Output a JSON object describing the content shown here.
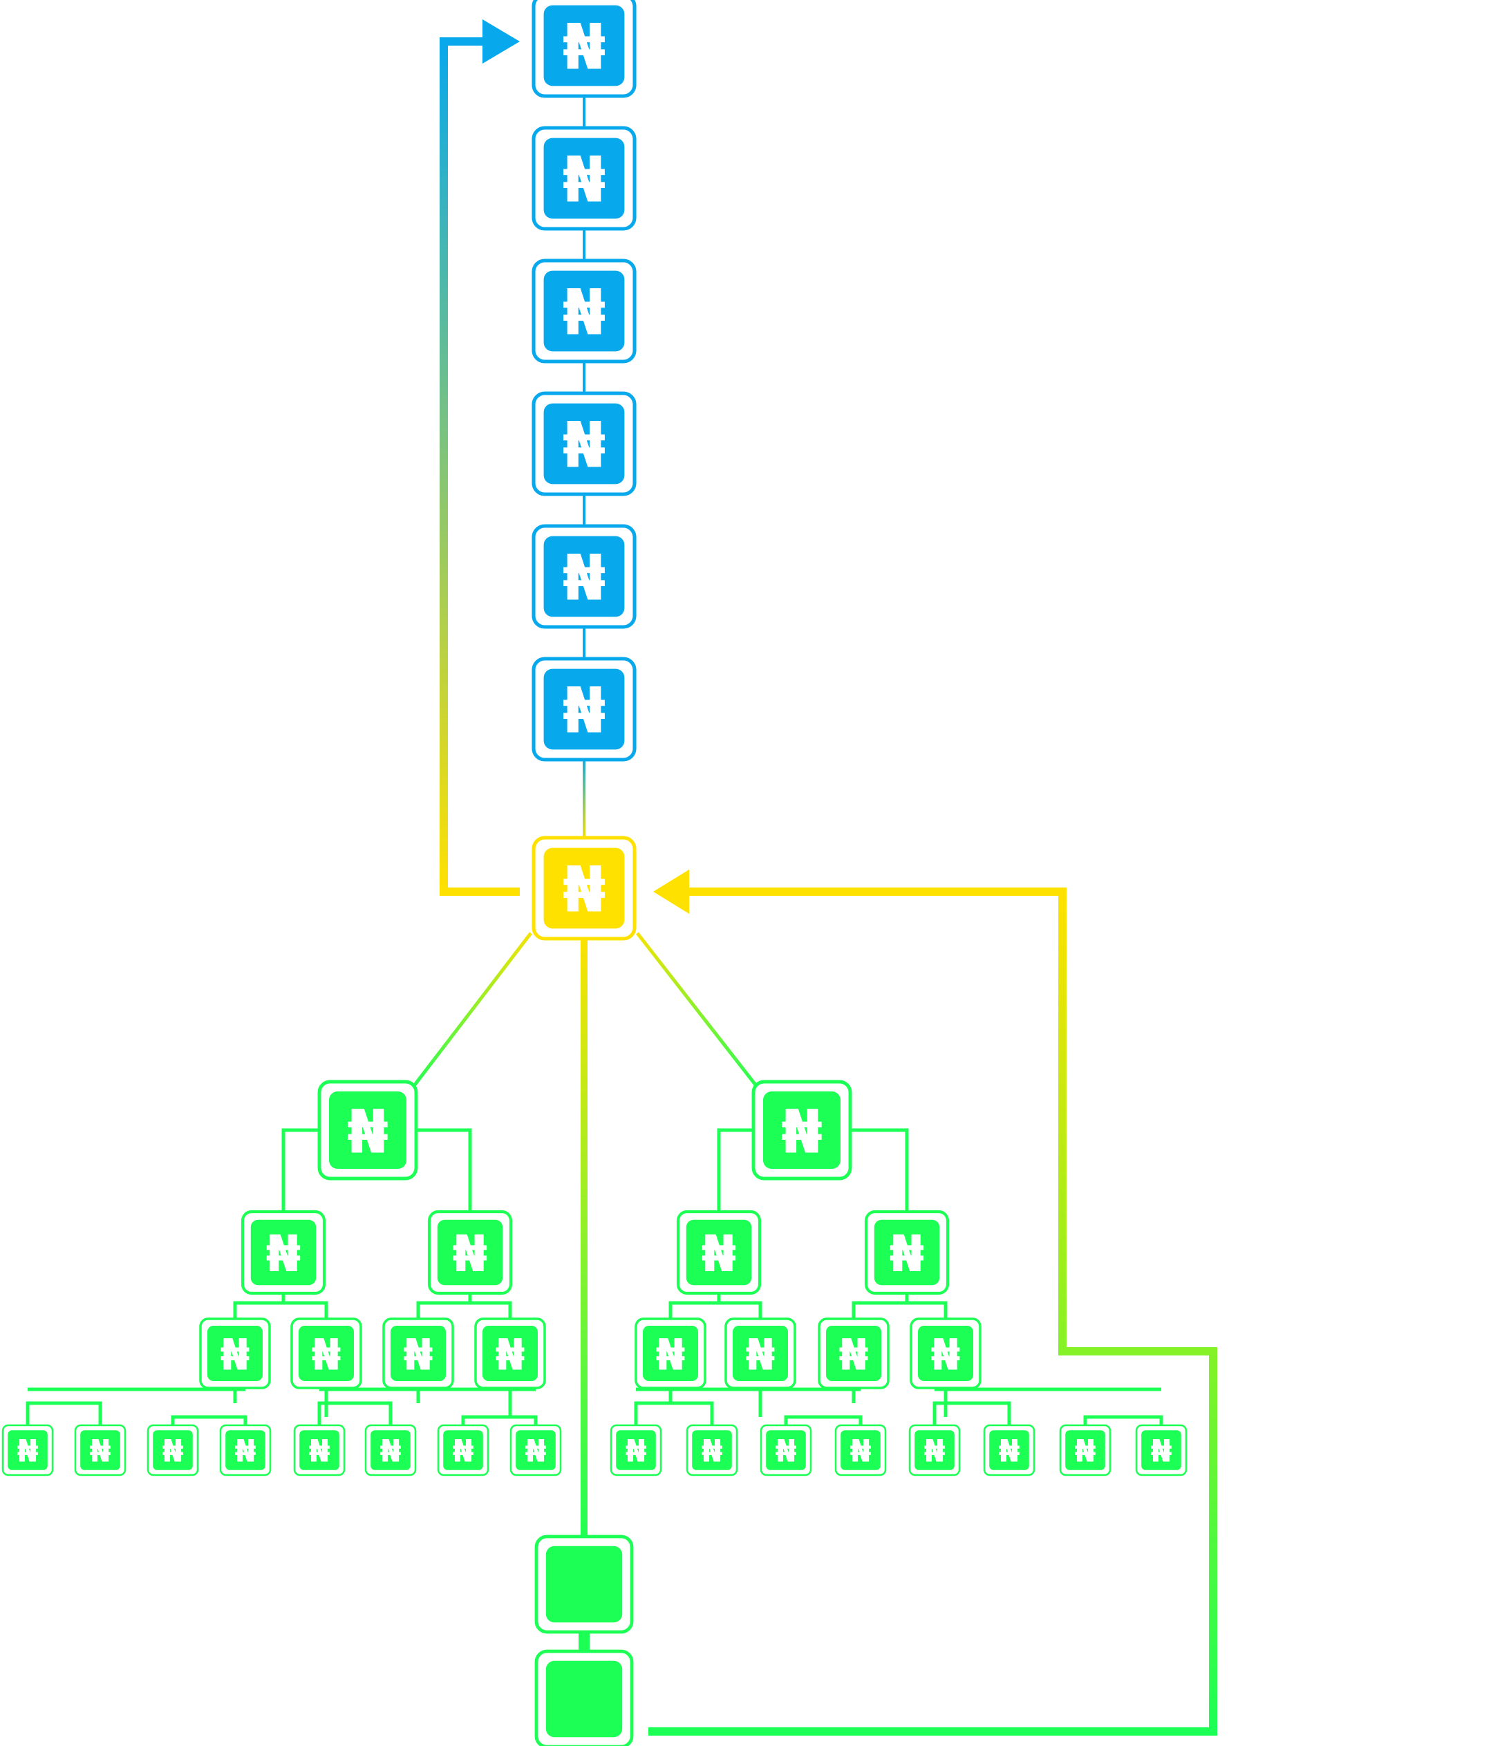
{
  "symbol": "₦",
  "colors": {
    "blue": "#08A8EC",
    "yellow": "#FFE100",
    "green": "#1CFF54",
    "lime": "#9BEF1C",
    "background": "#FFFFFF",
    "glyph": "#FFFFFF"
  },
  "chain": {
    "count": 6,
    "color": "blue",
    "glyph": "naira-sign"
  },
  "hub": {
    "color": "yellow",
    "glyph": "naira-sign"
  },
  "trees": [
    {
      "side": "left",
      "levels": [
        1,
        2,
        4,
        8
      ]
    },
    {
      "side": "right",
      "levels": [
        1,
        2,
        4,
        8
      ]
    }
  ],
  "blank_blocks": 2,
  "arrows": [
    {
      "from": "hub",
      "to": "chain-top",
      "direction": "up",
      "colors": [
        "yellow",
        "blue"
      ]
    },
    {
      "from": "blank-block-bottom",
      "to": "hub",
      "direction": "loop-right",
      "colors": [
        "green",
        "yellow"
      ]
    }
  ]
}
